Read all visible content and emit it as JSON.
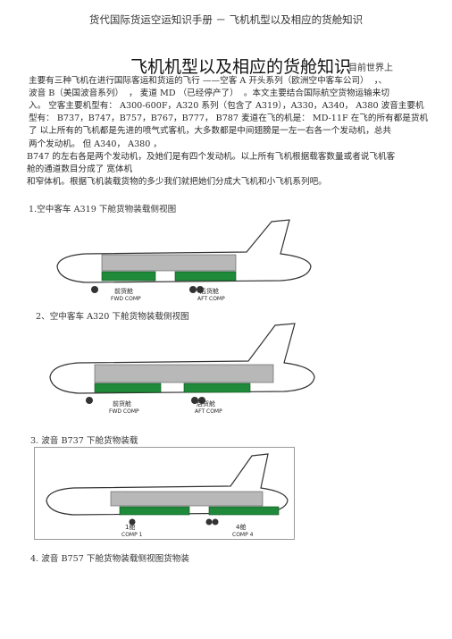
{
  "header": {
    "text": "货代国际货运空运知识手册 － 飞机机型以及相应的货舱知识"
  },
  "doc": {
    "title": "飞机机型以及相应的货舱知识",
    "title_tail": "目前世界上",
    "lines": [
      "主要有三种飞机在进行国际客运和货运的飞行 ——空客 A 开头系列（欧洲空中客车公司）  ，、",
      "波音 B（美国波音系列）  ， 麦道 MD （已经停产了）  。本文主要结合国际航空货物运输来切",
      "入。 空客主要机型有： A300-600F，A320 系列（包含了 A319），A330，A340， A380 波音主要机",
      "型有： B737，B747，B757，B767，B777， B787 麦道在飞的机是： MD-11F 在飞的所有都是货机",
      "了 以上所有的飞机都是先进的喷气式客机，大多数都是中间翅膀是一左一右各一个发动机，总共",
      "两个发动机。 但 A340， A380 ，",
      "B747 的左右各是两个发动机，及她们是有四个发动机。以上所有飞机根据载客数量或者说飞机客",
      "舱的通道数目分成了 宽体机",
      "和窄体机。根据飞机装载货物的多少我们就把她们分成大飞机和小飞机系列吧。"
    ]
  },
  "sections": [
    {
      "caption": "1.空中客车 A319 下舱货物装载侧视图",
      "labels": {
        "fwd_cn": "前货舱",
        "fwd_en": "FWD COMP",
        "aft_cn": "后货舱",
        "aft_en": "AFT COMP"
      }
    },
    {
      "caption": "2、空中客车 A320 下舱货物装载侧视图",
      "labels": {
        "fwd_cn": "前货舱",
        "fwd_en": "FWD COMP",
        "aft_cn": "后货舱",
        "aft_en": "AFT COMP"
      }
    },
    {
      "caption": "3. 波音 B737 下舱货物装载",
      "labels": {
        "fwd_cn": "1舱",
        "fwd_en": "COMP 1",
        "aft_cn": "4舱",
        "aft_en": "COMP 4"
      }
    },
    {
      "caption": "4. 波音 B757 下舱货物装载侧视图货物装"
    }
  ],
  "colors": {
    "cargo": "#1f8a3a",
    "fuselage_outline": "#333333",
    "deck": "#b8b8b8"
  }
}
